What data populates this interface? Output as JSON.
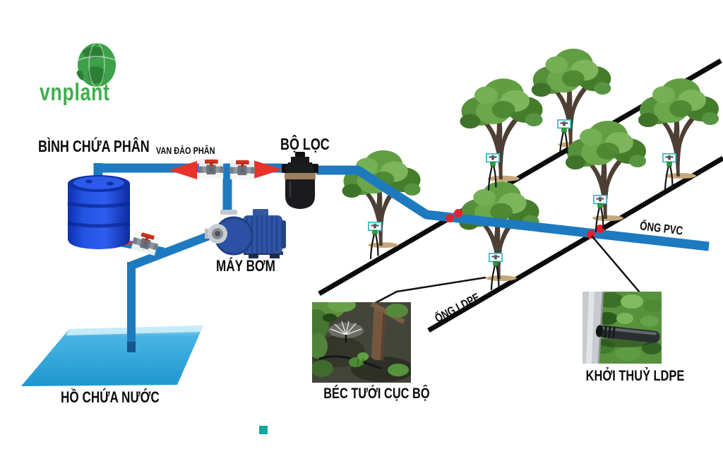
{
  "brand": {
    "name": "vnplant",
    "logo_color": "#3fae4e"
  },
  "diagram": {
    "labels": {
      "fertilizer_tank": "BÌNH CHỨA PHÂN",
      "mixing_valve": "VAN ĐẢO PHÂN",
      "filter": "BỘ LỌC",
      "pump": "MÁY BƠM",
      "water_reservoir": "HỒ CHỨA NƯỚC",
      "pvc_pipe": "ỐNG PVC",
      "ldpe_pipe": "ỐNG LDPE"
    },
    "photo_captions": {
      "local_sprinkler": "BÉC TƯỚI CỤC BỘ",
      "ldpe_start": "KHỞI THUỶ LDPE"
    },
    "colors": {
      "pipe_blue": "#1e7abf",
      "barrel_blue": "#1f47d2",
      "water_blue": "#2aa6db",
      "arrow_red": "#e7332a",
      "connector_dot_red": "#e8212d",
      "ldpe_line_black": "#0b0b0b",
      "sprinkler_teal": "#29b9c6",
      "bottom_marker_teal": "#15a79c"
    },
    "counts": {
      "trees": 6,
      "sprinklers": 6,
      "connector_dots": 4
    }
  }
}
